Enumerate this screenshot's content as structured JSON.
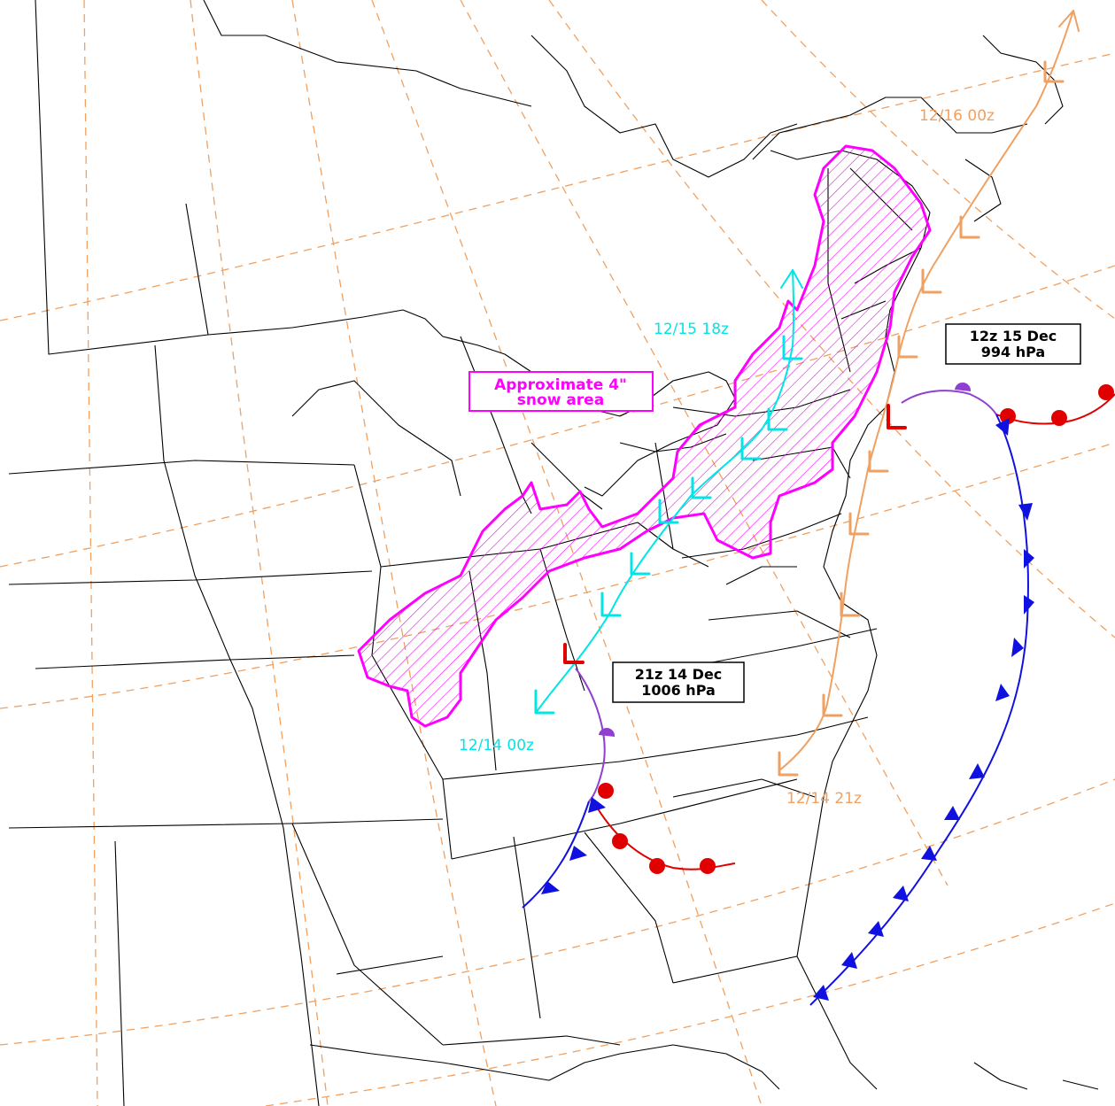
{
  "colors": {
    "background": "#ffffff",
    "boundaries": "#000000",
    "graticule": "#f0a060",
    "snow_area": "#ff00ff",
    "low_track_1": "#00e5e5",
    "low_track_2": "#f0a060",
    "low_symbol": "#e00000",
    "warm_front": "#e00000",
    "cold_front": "#1010e0",
    "occluded_front": "#9040d0"
  },
  "snow_area": {
    "label_line1": "Approximate 4\"",
    "label_line2": "snow area"
  },
  "tracks": {
    "primary_start": "12/14 00z",
    "primary_end": "12/15 18z",
    "secondary_start": "12/14 21z",
    "secondary_end": "12/16 00z"
  },
  "lows": {
    "low_1_time": "21z 14 Dec",
    "low_1_pressure": "1006 hPa",
    "low_2_time": "12z 15 Dec",
    "low_2_pressure": "994 hPa"
  },
  "icons": {
    "low": "low-pressure-icon",
    "warm_front": "warm-front-icon",
    "cold_front": "cold-front-icon",
    "occluded_front": "occluded-front-icon"
  }
}
